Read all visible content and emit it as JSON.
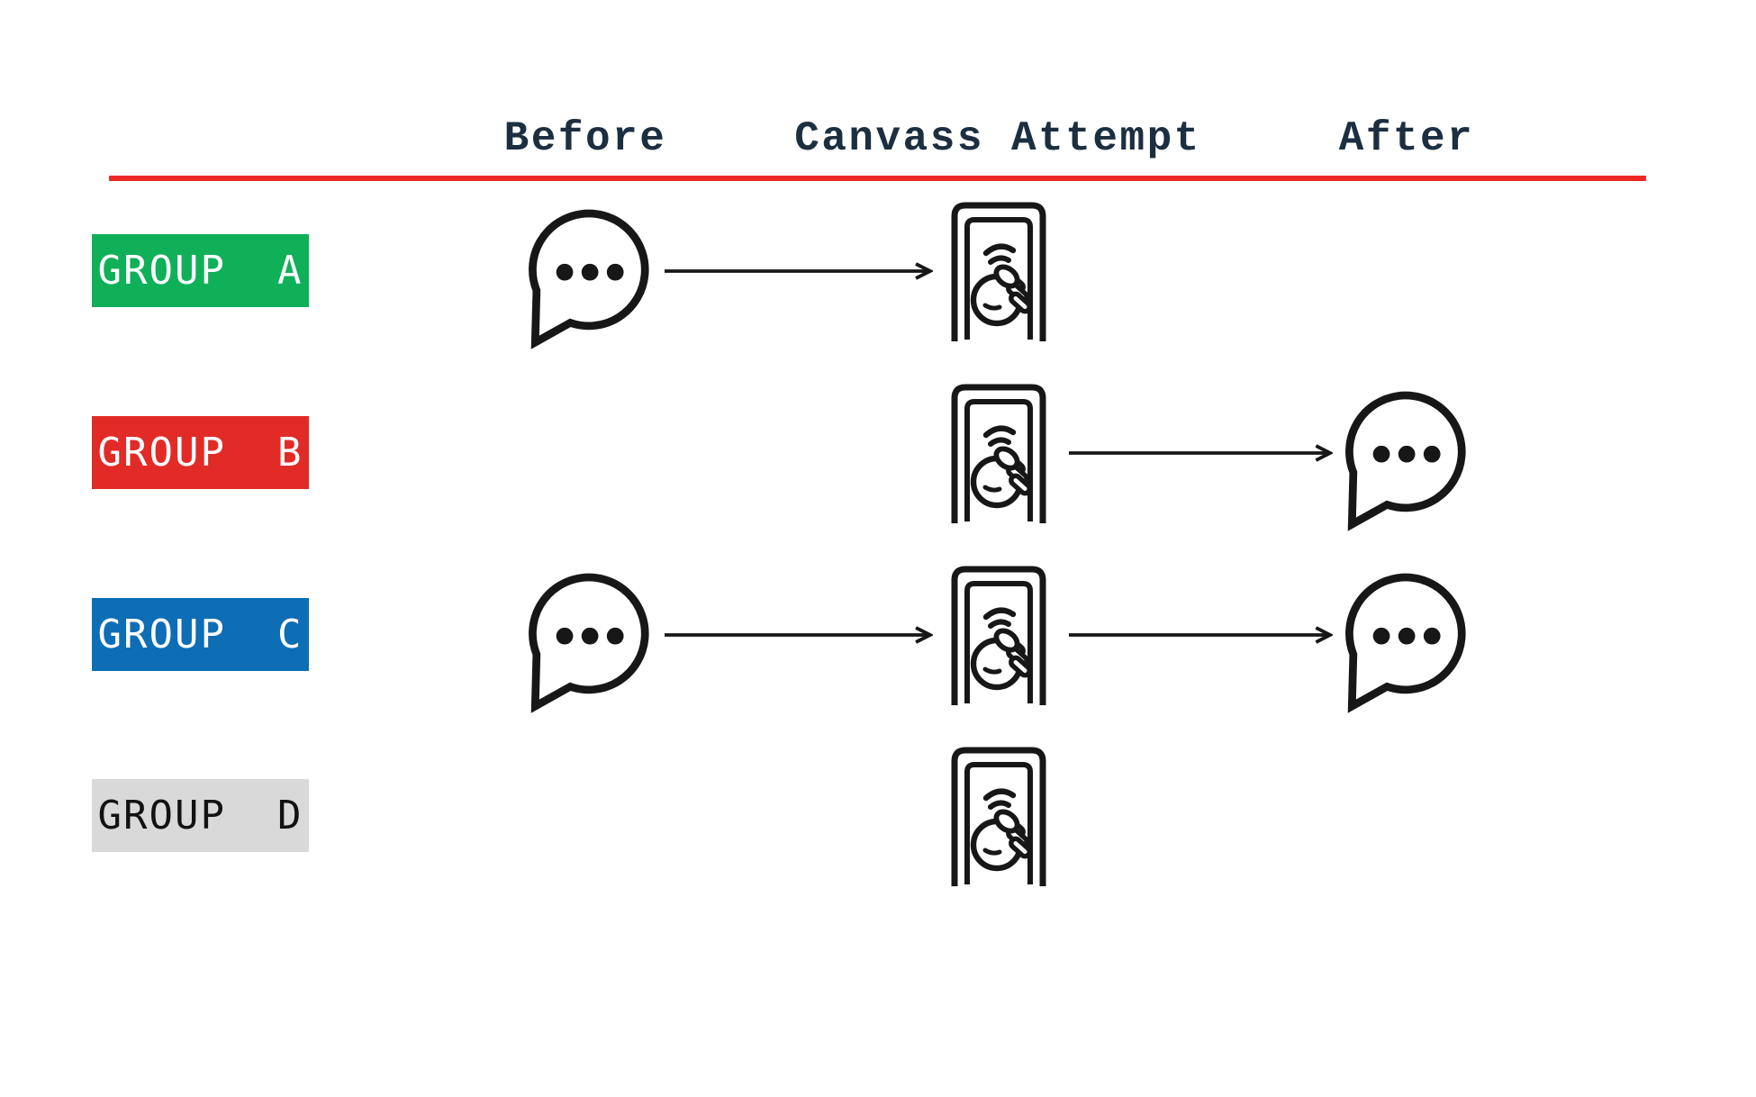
{
  "figure": {
    "type": "experiment-design-diagram",
    "background": "#ffffff"
  },
  "header": {
    "columns": [
      {
        "id": "before",
        "label": "Before"
      },
      {
        "id": "canvass",
        "label": "Canvass Attempt"
      },
      {
        "id": "after",
        "label": "After"
      }
    ],
    "text_color": "#1c2f41",
    "divider_color": "#ee2724"
  },
  "groups": [
    {
      "id": "a",
      "label": "GROUP  A",
      "box_color": "#0fb058",
      "text_color": "#ffffff",
      "before_survey": true,
      "canvass_attempt": true,
      "after_survey": false,
      "flows": [
        "before→canvass"
      ]
    },
    {
      "id": "b",
      "label": "GROUP  B",
      "box_color": "#e22b27",
      "text_color": "#ffffff",
      "before_survey": false,
      "canvass_attempt": true,
      "after_survey": true,
      "flows": [
        "canvass→after"
      ]
    },
    {
      "id": "c",
      "label": "GROUP  C",
      "box_color": "#0d6db5",
      "text_color": "#ffffff",
      "before_survey": true,
      "canvass_attempt": true,
      "after_survey": true,
      "flows": [
        "before→canvass",
        "canvass→after"
      ]
    },
    {
      "id": "d",
      "label": "GROUP  D",
      "box_color": "#d9d9d9",
      "text_color": "#121212",
      "before_survey": false,
      "canvass_attempt": true,
      "after_survey": false,
      "flows": []
    }
  ],
  "icons": {
    "speech_bubble": "speech-bubble-ellipsis-icon",
    "door_knock": "door-knock-fist-icon",
    "stroke_color": "#171717"
  }
}
